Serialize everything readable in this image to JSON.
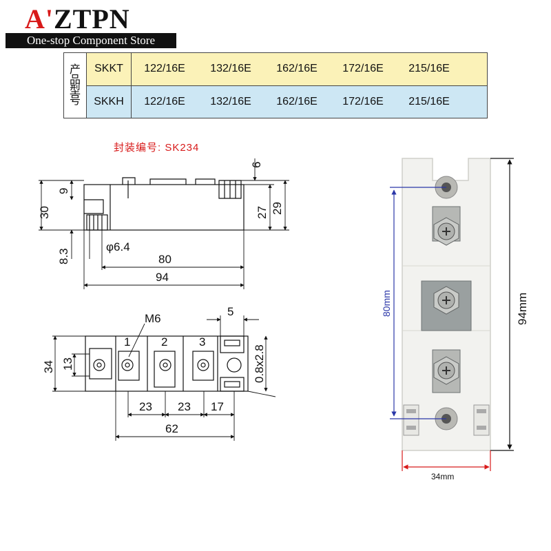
{
  "brand": {
    "logo_mark": "A'",
    "logo_text": "ZTPN",
    "tagline": "One-stop Component Store"
  },
  "model_table": {
    "header_label": [
      "产",
      "品",
      "型",
      "号"
    ],
    "rows": [
      {
        "series": "SKKT",
        "models": [
          "122/16E",
          "132/16E",
          "162/16E",
          "172/16E",
          "215/16E"
        ]
      },
      {
        "series": "SKKH",
        "models": [
          "122/16E",
          "132/16E",
          "162/16E",
          "172/16E",
          "215/16E"
        ]
      }
    ]
  },
  "package_label": "封装编号: SK234",
  "side_view": {
    "d6": "6",
    "d9": "9",
    "d30": "30",
    "d27": "27",
    "d29": "29",
    "d8_3": "8.3",
    "d_phi": "φ6.4",
    "d80": "80",
    "d94": "94"
  },
  "top_view": {
    "m6": "M6",
    "d5": "5",
    "d34": "34",
    "d13": "13",
    "d0_8": "0.8x2.8",
    "t1": "1",
    "t2": "2",
    "t3": "3",
    "d23a": "23",
    "d23b": "23",
    "d17": "17",
    "d62": "62"
  },
  "photo": {
    "h80": "80mm",
    "h94": "94mm",
    "w34": "34mm"
  }
}
